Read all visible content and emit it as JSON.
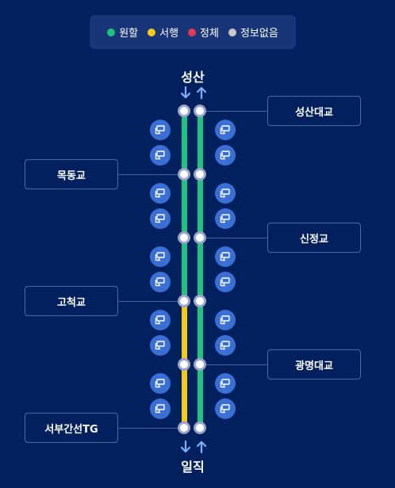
{
  "legend": {
    "items": [
      {
        "label": "원할",
        "color": "#1fc37f"
      },
      {
        "label": "서행",
        "color": "#f4c919"
      },
      {
        "label": "정체",
        "color": "#e33a55"
      },
      {
        "label": "정보없음",
        "color": "#c8c8c8"
      }
    ]
  },
  "route": {
    "top_endpoint": "성산",
    "bottom_endpoint": "일직",
    "stations": [
      {
        "name": "성산대교",
        "side": "right"
      },
      {
        "name": "목동교",
        "side": "left"
      },
      {
        "name": "신정교",
        "side": "right"
      },
      {
        "name": "고척교",
        "side": "left"
      },
      {
        "name": "광명대교",
        "side": "right"
      },
      {
        "name": "서부간선TG",
        "side": "left"
      }
    ],
    "southbound_status": [
      "원할",
      "원할",
      "원할",
      "서행",
      "서행"
    ],
    "northbound_status": [
      "원할",
      "원할",
      "원할",
      "원할",
      "원할"
    ]
  },
  "icons": {
    "cctv": "cctv-camera-icon",
    "down": "arrow-down-icon",
    "up": "arrow-up-icon"
  }
}
